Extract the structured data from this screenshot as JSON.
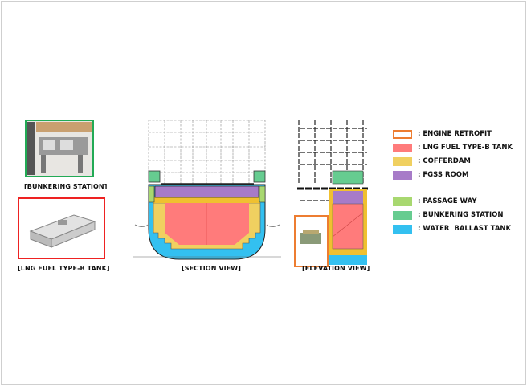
{
  "captions": {
    "bunkering_station": "[BUNKERING STATION]",
    "lng_tank": "[LNG FUEL TYPE-B TANK]",
    "section_view": "[SECTION VIEW]",
    "elevation_view": "[ELEVATION VIEW]"
  },
  "legend": [
    {
      "label": ": ENGINE RETROFIT",
      "color": "#ED7D31",
      "outline": true
    },
    {
      "label": ": LNG FUEL TYPE-B TANK",
      "color": "#FF7B7B"
    },
    {
      "label": ": COFFERDAM",
      "color": "#F0D060"
    },
    {
      "label": ": FGSS ROOM",
      "color": "#A77BC8"
    },
    {
      "label": ": PASSAGE WAY",
      "color": "#A8D870"
    },
    {
      "label": ": BUNKERING STATION",
      "color": "#66CC90"
    },
    {
      "label": ": WATER  BALLAST TANK",
      "color": "#33C0F0"
    }
  ]
}
